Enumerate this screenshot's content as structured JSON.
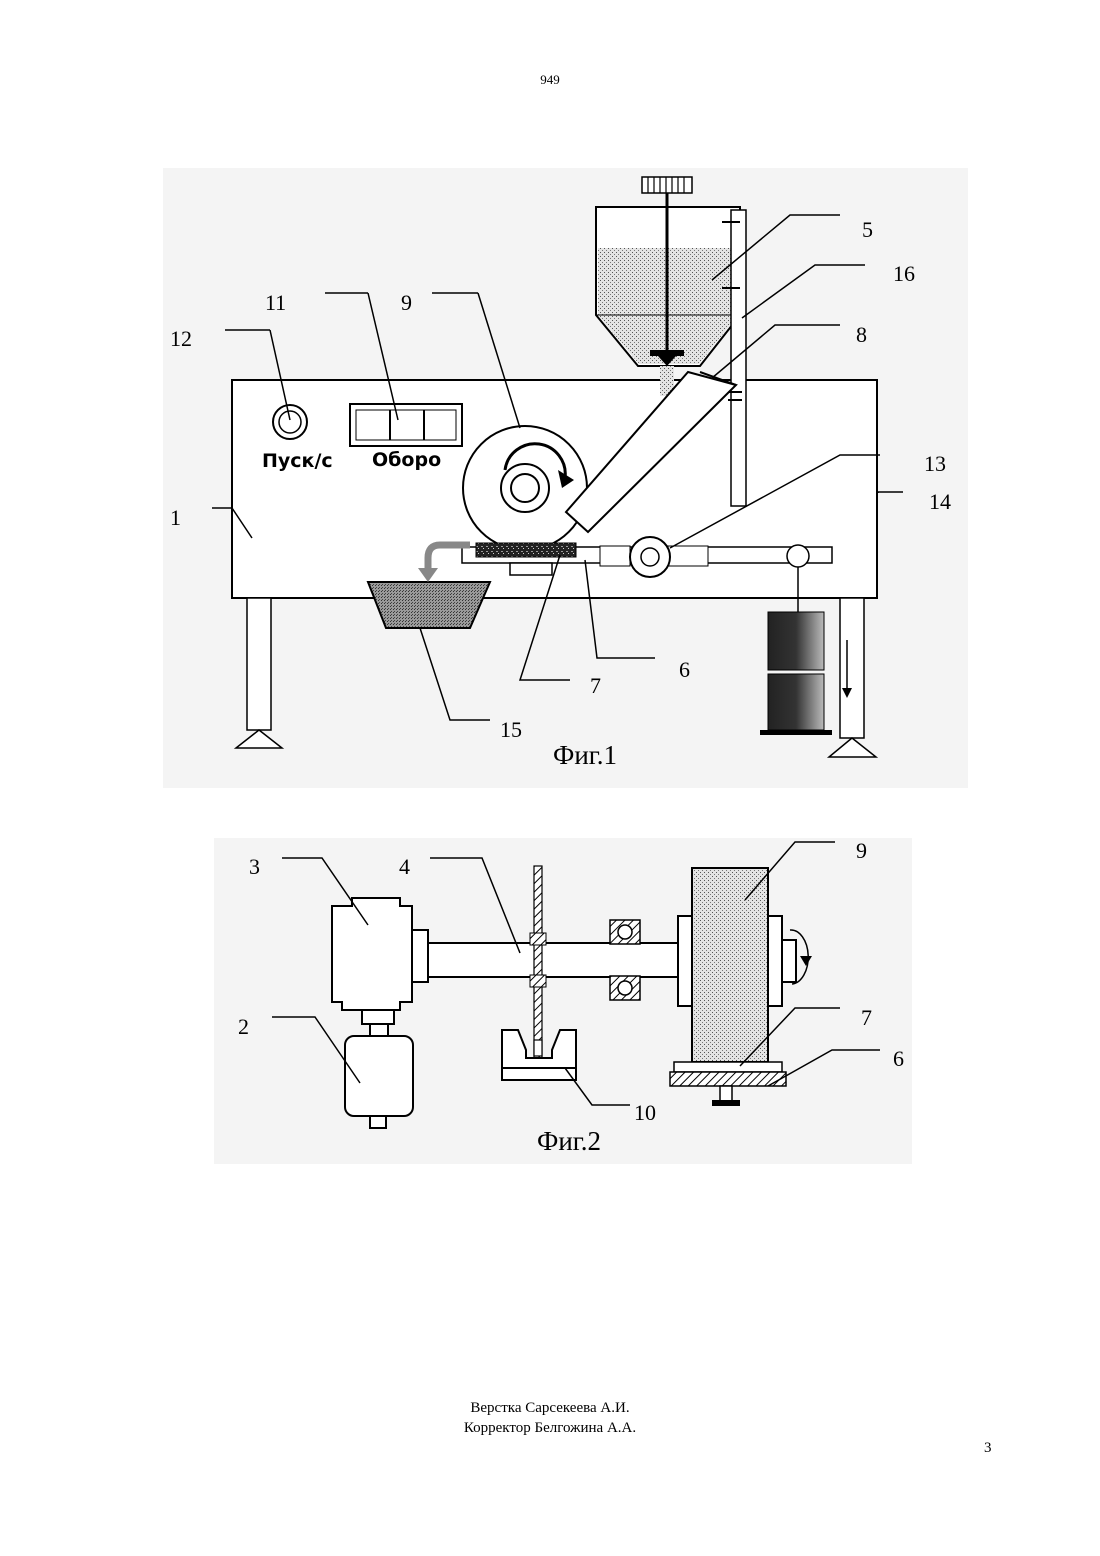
{
  "header": {
    "number": "949"
  },
  "figure1": {
    "caption": "Фиг.1",
    "panel_labels": {
      "start": "Пуск/с",
      "speed": "Оборо"
    },
    "callouts": [
      "5",
      "16",
      "11",
      "9",
      "8",
      "12",
      "13",
      "1",
      "14",
      "7",
      "6",
      "15"
    ]
  },
  "figure2": {
    "caption": "Фиг.2",
    "callouts": [
      "3",
      "4",
      "9",
      "2",
      "7",
      "6",
      "10"
    ]
  },
  "credits": {
    "layout": "Верстка Сарсекеева А.И.",
    "corrector": "Корректор Белгожина А.А."
  },
  "page_number": "3"
}
